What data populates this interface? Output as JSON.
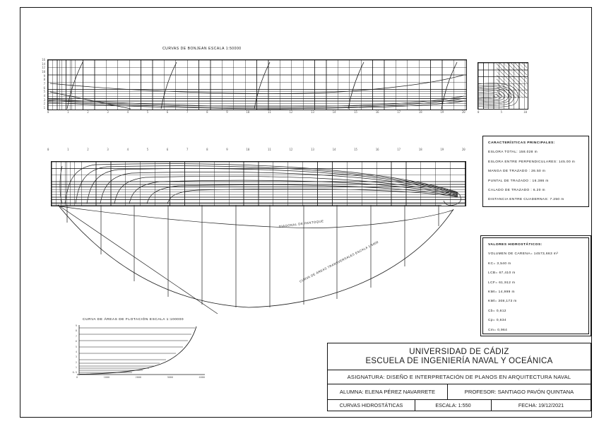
{
  "colors": {
    "ink": "#1a1a1a",
    "paper": "#ffffff"
  },
  "labels": {
    "bonjean_title": "CURVAS DE BONJEAN   ESCALA 1:50000",
    "flotation_title": "CURVA DE ÁREAS DE FLOTACIÓN   ESCALA 1:100000",
    "diagonal_pantoque": "DIAGONAL DE PANTOQUE",
    "sectional_areas": "CURVA DE ÁREAS TRANSVERSALES   ESCALA 1:5000"
  },
  "characteristics": {
    "title": "CARACTERÍSTICAS PRINCIPALES:",
    "rows": [
      "ESLORA TOTAL: 158.028 m",
      "ESLORA ENTRE PERPENDICULARES: 145.00 m",
      "MANGA DE TRAZADO : 26.50 m",
      "PUNTAL DE TRAZADO : 16.386 m",
      "CALADO DE TRAZADO : 6.20 m",
      "DISTANCIA ENTRE CUADERNAS: 7.250 m"
    ]
  },
  "hydrostatics": {
    "title": "VALORES HIDROSTÁTICOS:",
    "rows": [
      "VOLUMEN DE CARENA= 14573,663 m³",
      "KC= 3,540 m",
      "LCB= 67,410 m",
      "LCF= 61,912 m",
      "KMt= 14,999 m",
      "KMl= 308,173 m",
      "Cb= 0,612",
      "Cp= 0,634",
      "Cm= 0,964"
    ]
  },
  "title_block": {
    "university": "UNIVERSIDAD DE CÁDIZ",
    "school": "ESCUELA DE INGENIERÍA NAVAL Y OCEÁNICA",
    "subject": "ASIGNATURA: DISEÑO E INTERPRETACIÓN DE PLANOS EN ARQUITECTURA NAVAL",
    "student": "ALUMNA: ELENA PÉREZ NAVARRETE",
    "professor": "PROFESOR: SANTIAGO PAVÓN QUINTANA",
    "drawing_title": "CURVAS HIDROSTÁTICAS",
    "scale": "ESCALA: 1:550",
    "date": "FECHA: 19/12/2021"
  },
  "ticks": {
    "stations": [
      "0",
      "1",
      "2",
      "3",
      "4",
      "5",
      "6",
      "7",
      "8",
      "9",
      "10",
      "11",
      "12",
      "13",
      "14",
      "15",
      "16",
      "17",
      "18",
      "19",
      "20"
    ],
    "bonjean_waterlines": [
      "16",
      "14",
      "12",
      "10",
      "9",
      "8",
      "7",
      "6",
      "5",
      "4",
      "3",
      "2",
      "1"
    ],
    "body_stations": [
      "0",
      "5",
      "10"
    ],
    "flotation_y": [
      "9",
      "8",
      "7",
      "6",
      "5",
      "4",
      "3",
      "2",
      "1",
      "0.5"
    ],
    "flotation_x": [
      "0",
      "1000",
      "2000",
      "3000",
      "4000"
    ]
  }
}
